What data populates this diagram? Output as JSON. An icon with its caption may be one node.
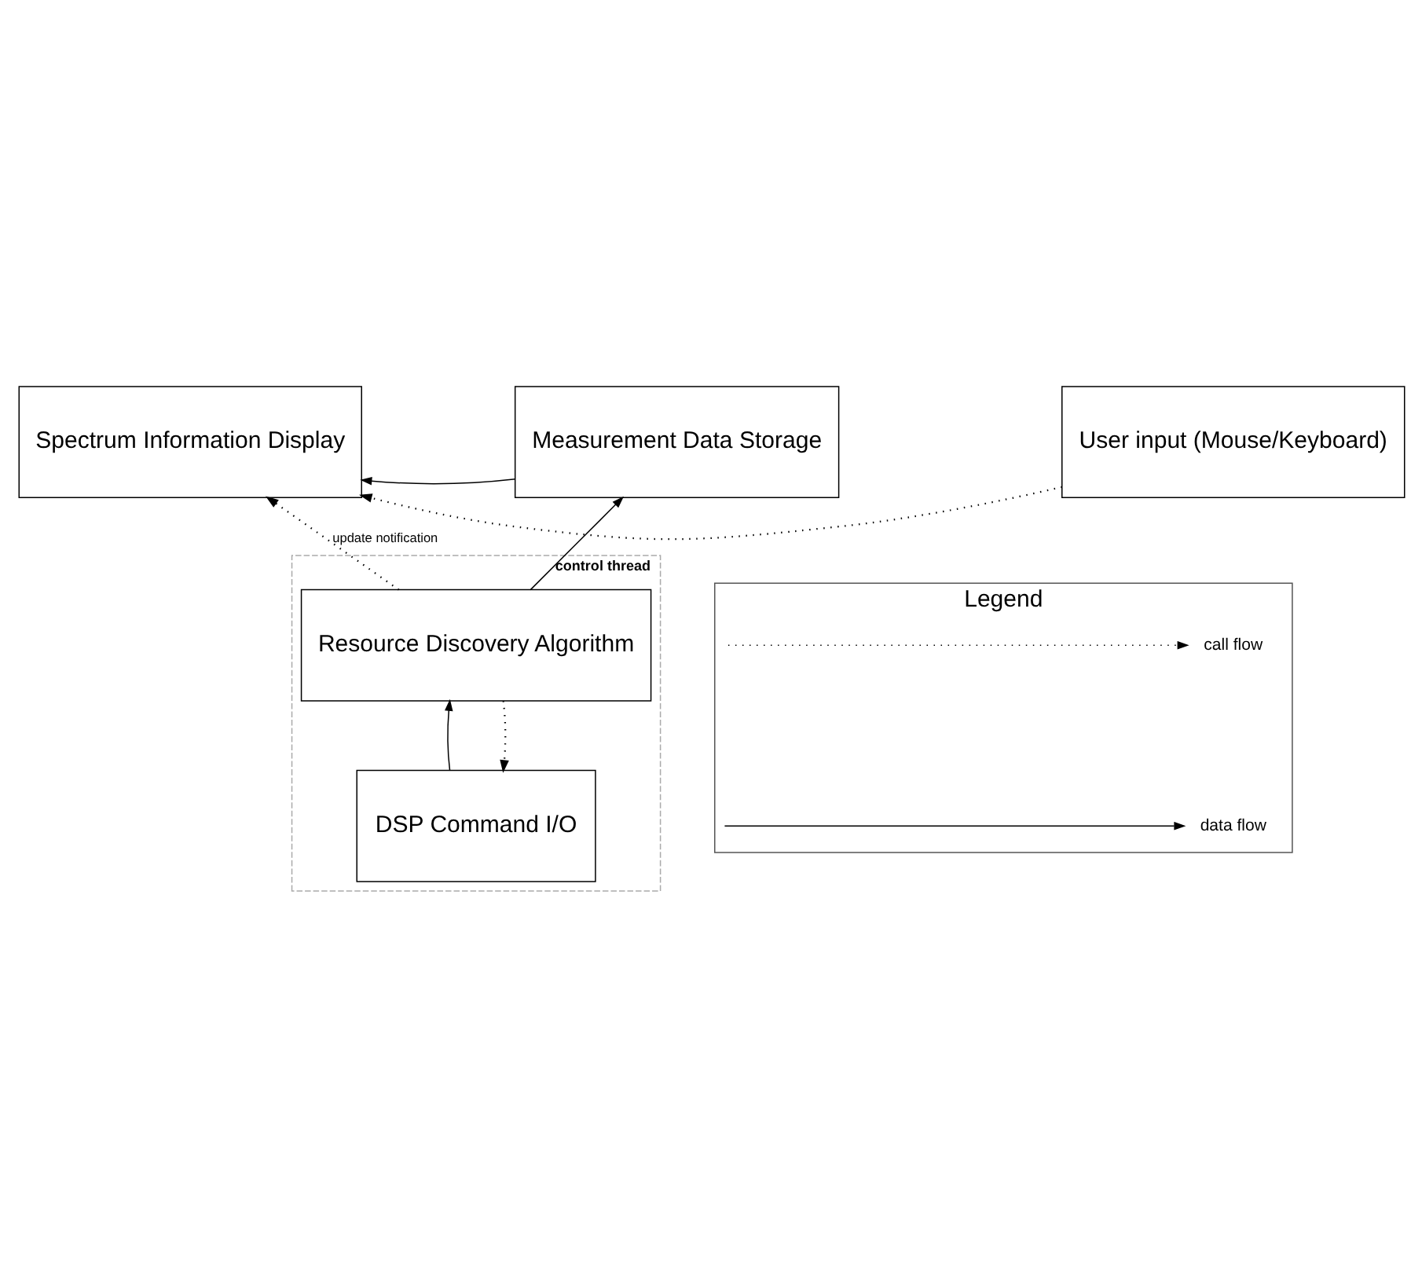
{
  "diagram": {
    "nodes": [
      {
        "text": [
          "Spectrum Information Display"
        ]
      },
      {
        "text": [
          "Measurement Data Storage"
        ]
      },
      {
        "text": [
          "User input (Mouse/Keyboard)"
        ]
      },
      {
        "text": [
          "control thread"
        ]
      },
      {
        "text": [
          "Resource Discovery Algorithm"
        ],
        "in": 3
      },
      {
        "text": [
          "DSP Command I/O"
        ],
        "in": 3
      },
      {
        "text": [
          "Legend"
        ]
      }
    ],
    "edges": [
      {
        "from": 1,
        "to": 0,
        "arrow": "to"
      },
      {
        "from": 2,
        "to": 0,
        "arrow": "to",
        "style": "dashed"
      },
      {
        "from": 4,
        "to": 0,
        "arrow": "to",
        "style": "dashed",
        "label": "update notification"
      },
      {
        "from": 4,
        "to": 1,
        "arrow": "to"
      },
      {
        "from": 4,
        "to": 5,
        "arrow": "to",
        "style": "dashed"
      },
      {
        "from": 5,
        "to": 4,
        "arrow": "to"
      }
    ],
    "legend": [
      {
        "text": "call flow"
      },
      {
        "text": "data flow"
      }
    ]
  }
}
